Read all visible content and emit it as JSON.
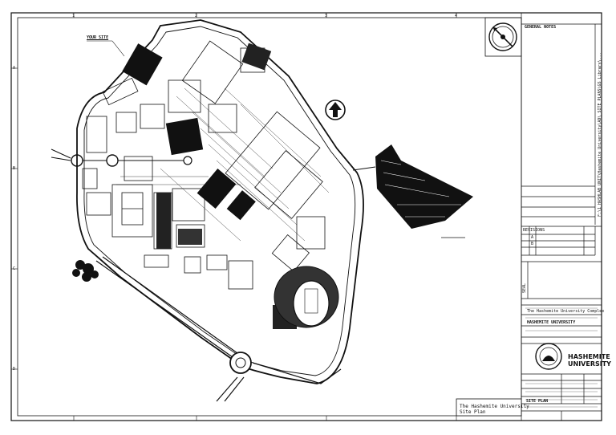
{
  "plan": {
    "label_your_site": "YOUR SITE",
    "title_line1": "The Hashemite University",
    "title_line2": "Site Plan"
  },
  "border": {
    "col_marks": [
      "1",
      "2",
      "3",
      "4"
    ],
    "row_marks": [
      "A",
      "B",
      "C",
      "D"
    ]
  },
  "title_block": {
    "general_notes": "GENERAL NOTES",
    "vertical_path": "F:\\1 HASHLAB UNIT\\Hashemite University\\AD\\ SITE PLANS\\GS Library\\...",
    "project_name": "The Hashemite University Complex",
    "client": "HASHEMITE UNIVERSITY",
    "logo_text_line1": "HASHEMITE",
    "logo_text_line2": "UNIVERSITY",
    "drawing_title": "SITE PLAN",
    "seal_label": "SEAL",
    "rev_labels": [
      "REVISIONS",
      "A",
      "B"
    ]
  },
  "colors": {
    "ink": "#111111",
    "paper": "#ffffff"
  }
}
